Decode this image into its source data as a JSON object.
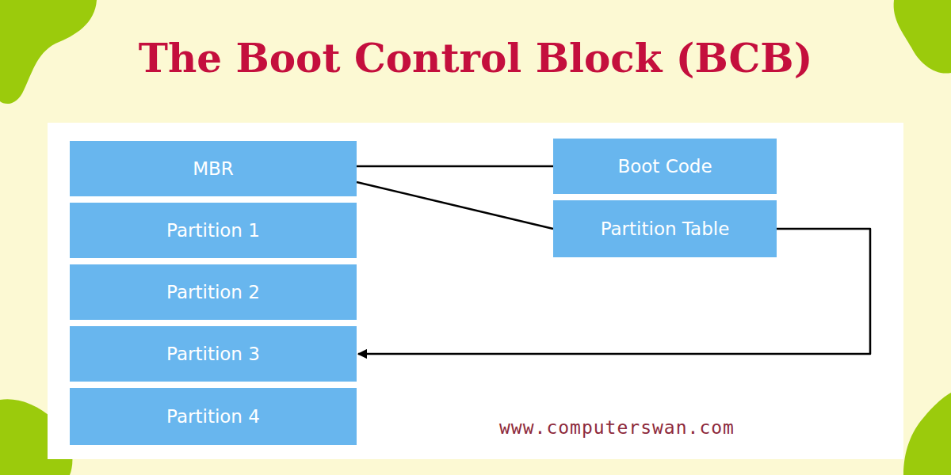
{
  "diagram": {
    "title": "The Boot Control Block (BCB)",
    "nodes": [
      {
        "text": [
          "MBR"
        ]
      },
      {
        "text": [
          "Partition 1"
        ]
      },
      {
        "text": [
          "Partition 2"
        ]
      },
      {
        "text": [
          "Partition 3"
        ]
      },
      {
        "text": [
          "Partition 4"
        ]
      },
      {
        "text": [
          "Boot Code"
        ]
      },
      {
        "text": [
          "Partition Table"
        ]
      }
    ],
    "edges": [
      {
        "from": 0,
        "to": 5,
        "arrow": "none"
      },
      {
        "from": 0,
        "to": 6,
        "arrow": "none"
      },
      {
        "from": 6,
        "to": 3,
        "arrow": "to"
      }
    ],
    "labels": [
      "www.computerswan.com"
    ]
  }
}
